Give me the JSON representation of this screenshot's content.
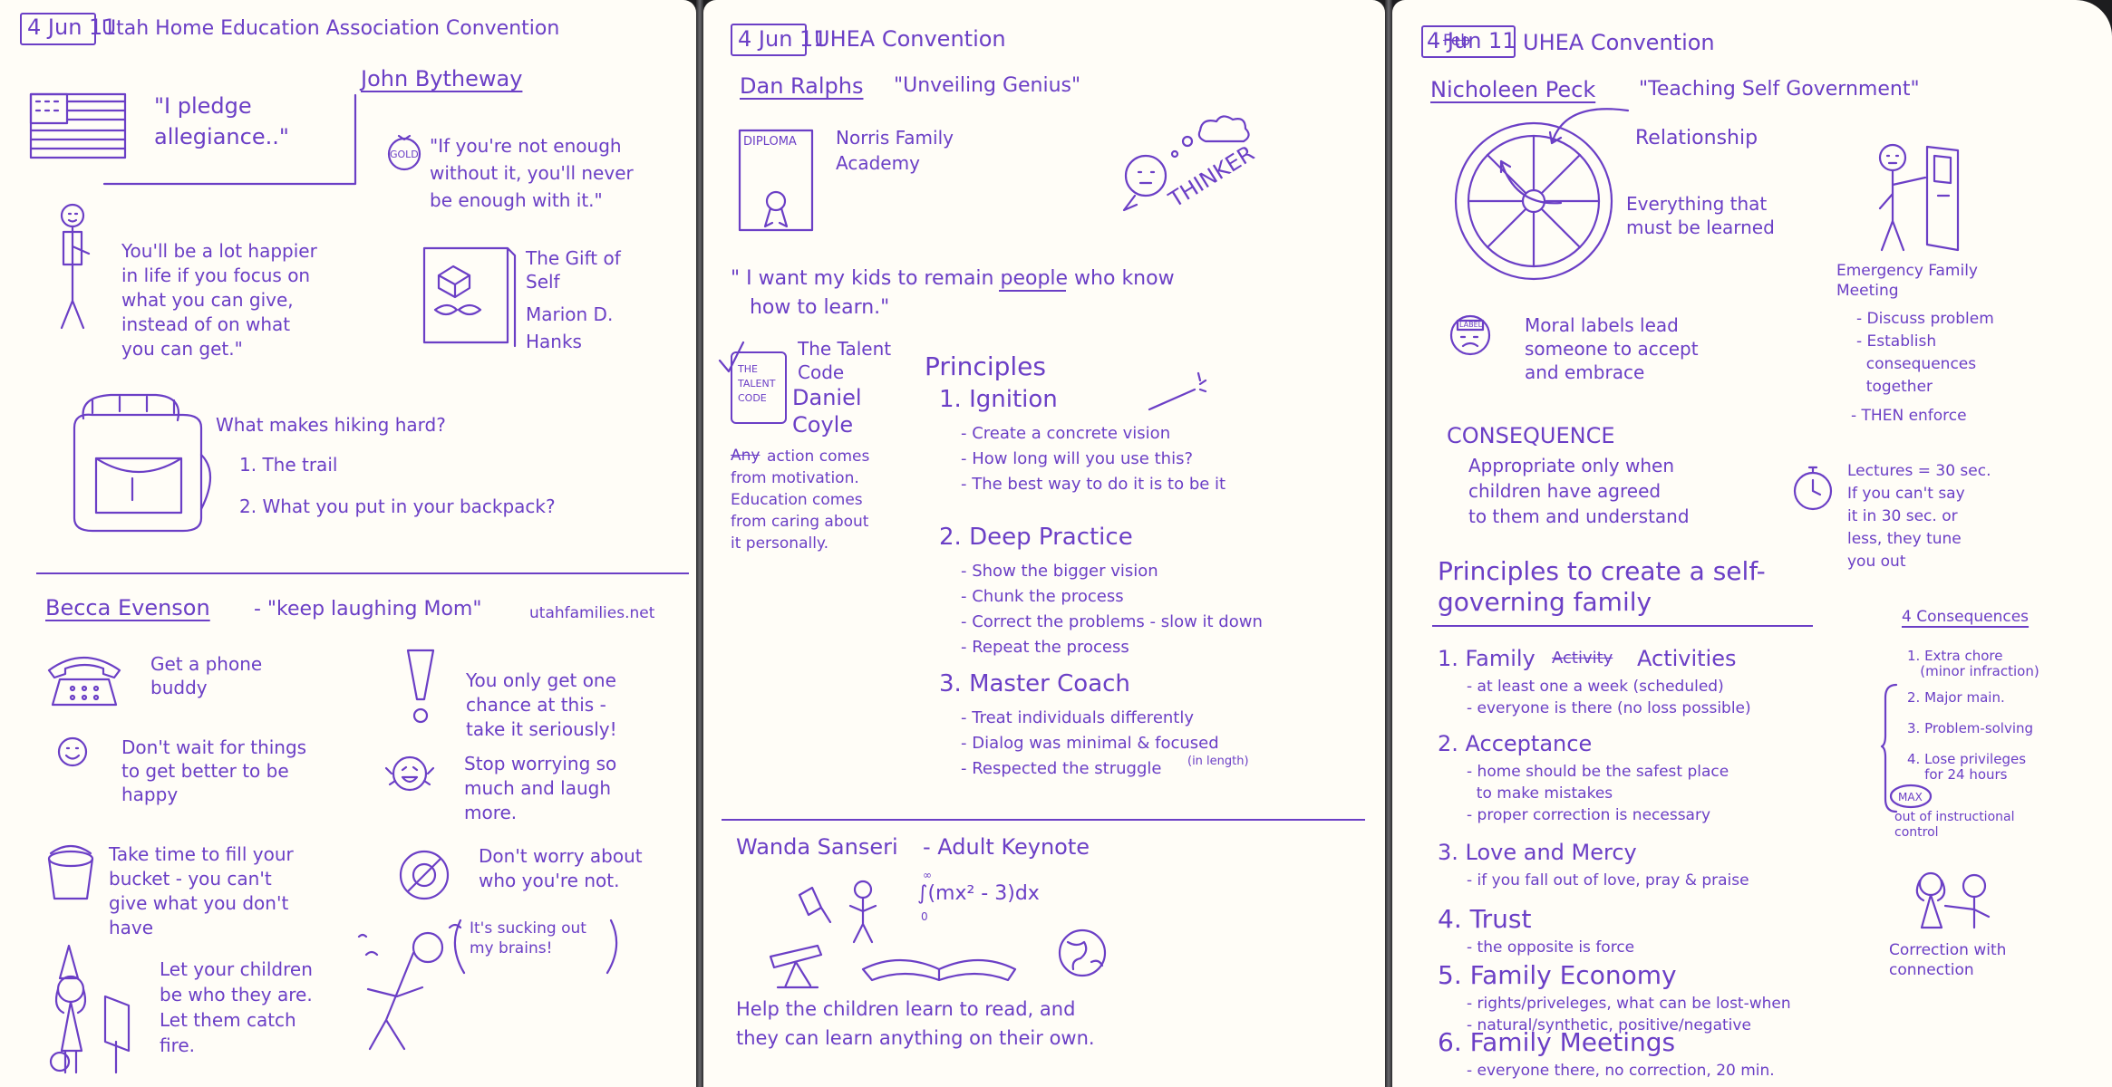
{
  "page1": {
    "date": "4 Jun 11",
    "title": "Utah Home Education Association Convention",
    "pledge": "\"I pledge\nallegiance..\"",
    "speaker1": "John Bytheway",
    "gold_label": "GOLD",
    "gold_quote": "\"If you're not enough\nwithout it, you'll never\nbe enough with it.\"",
    "happier_quote": "You'll be a lot happier\nin life if you focus on\nwhat you can give,\ninstead of on what\nyou can get.\"",
    "book_title": "The Gift of\nSelf",
    "book_author": "Marion D.\nHanks",
    "hiking_question": "What makes hiking hard?",
    "hiking_1": "1. The trail",
    "hiking_2": "2. What you put in your backpack?",
    "speaker2": "Becca Evenson",
    "talk2": "- \"keep laughing Mom\"",
    "website": "utahfamilies.net",
    "phone_tip": "Get a phone\nbuddy",
    "chance_tip": "You only get one\nchance at this -\ntake it seriously!",
    "wait_tip": "Don't wait for things\nto get better to be\nhappy",
    "worry_tip": "Stop worrying so\nmuch and laugh\nmore.",
    "bucket_tip": "Take time to fill your\nbucket - you can't\ngive what you don't\nhave",
    "dont_worry_tip": "Don't worry about\nwho you're not.",
    "sucking": "It's sucking out\nmy brains!",
    "children_tip": "Let your children\nbe who they are.\nLet them catch\nfire."
  },
  "page2": {
    "date": "4 Jun 11",
    "title": "UHEA Convention",
    "speaker": "Dan Ralphs",
    "talk": "\"Unveiling Genius\"",
    "diploma": "DIPLOMA",
    "academy": "Norris Family\nAcademy",
    "thinker": "THINKER",
    "quote": "\" I want my kids to remain people who know\n   how to learn.\"",
    "book_title": "The Talent\nCode",
    "book_cover": "THE\nTALENT\nCODE",
    "book_author": "Daniel\nCoyle",
    "motivation_struck": "Any",
    "motivation": "action comes\nfrom motivation.\nEducation comes\nfrom caring about\nit personally.",
    "principles_title": "Principles",
    "principles": [
      {
        "heading": "1. Ignition",
        "items": [
          "- Create a concrete vision",
          "- How long will you use this?",
          "- The best way to do it is to be it"
        ]
      },
      {
        "heading": "2. Deep Practice",
        "items": [
          "- Show the bigger vision",
          "- Chunk the process",
          "- Correct the problems - slow it down",
          "- Repeat the process"
        ]
      },
      {
        "heading": "3. Master Coach",
        "items": [
          "- Treat individuals differently",
          "- Dialog was minimal & focused",
          "- Respected the struggle"
        ]
      }
    ],
    "in_length": "(in length)",
    "keynote_speaker": "Wanda Sanseri",
    "keynote": "- Adult Keynote",
    "integral": "∫(mx² - 3)dx",
    "integral_lower": "0",
    "integral_upper": "∞",
    "conclusion": "Help the children learn to read, and\nthey can learn anything on their own."
  },
  "page3": {
    "date_struck": "Feb",
    "date": "4 Jun 11",
    "title": "UHEA Convention",
    "speaker": "Nicholeen Peck",
    "talk": "\"Teaching Self Government\"",
    "wheel_label_1": "Relationship",
    "wheel_label_2": "Everything that\nmust be learned",
    "meeting_title": "Emergency Family\nMeeting",
    "meeting_items": "- Discuss problem\n- Establish\n  consequences\n  together",
    "meeting_then": "- THEN enforce",
    "label_tag": "LABEL",
    "moral_labels": "Moral labels lead\nsomeone to accept\nand embrace",
    "consequence_title": "CONSEQUENCE",
    "consequence_text": "Appropriate only when\nchildren have agreed\nto them and understand",
    "lectures": "Lectures = 30 sec.\nIf you can't say\nit in 30 sec. or\nless, they tune\nyou out",
    "principles_title": "Principles to create a self-\ngoverning family",
    "consequences_title": "4 Consequences",
    "consequences": [
      "1. Extra chore\n   (minor infraction)",
      "2. Major main.",
      "3. Problem-solving",
      "4. Lose privileges\n    for 24 hours"
    ],
    "max_label": "MAX",
    "instructional": "out of instructional\ncontrol",
    "principles": [
      {
        "heading_pre": "1. Family",
        "heading_struck": "Activity",
        "heading_post": "Activities",
        "items": "- at least one a week (scheduled)\n- everyone is there (no loss possible)"
      },
      {
        "heading": "2. Acceptance",
        "items": "- home should be the safest place\n  to make mistakes\n- proper correction is necessary"
      },
      {
        "heading": "3. Love and Mercy",
        "items": "- if you fall out of love, pray & praise"
      },
      {
        "heading": "4. Trust",
        "items": "- the opposite is force"
      },
      {
        "heading": "5. Family Economy",
        "items": "- rights/priveleges, what can be lost-when\n- natural/synthetic, positive/negative"
      },
      {
        "heading": "6. Family Meetings",
        "items": "- everyone there, no correction, 20 min."
      }
    ],
    "correction": "Correction with\nconnection"
  },
  "colors": {
    "ink": "#6b3fc6",
    "paper": "#fffdf7",
    "binding": "#1d1d1f"
  }
}
